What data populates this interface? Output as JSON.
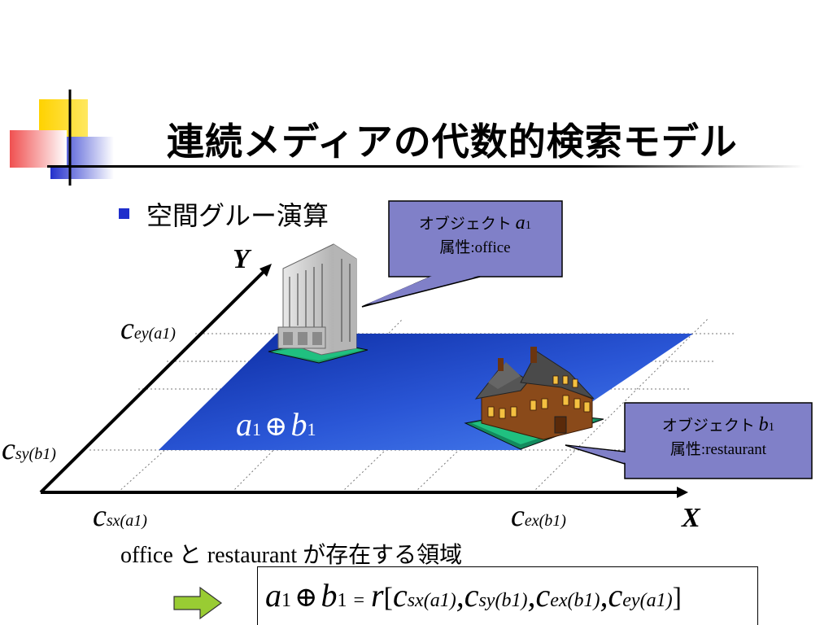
{
  "title": "連続メディアの代数的検索モデル",
  "bullet": "空間グルー演算",
  "callout_a": {
    "line1_prefix": "オブジェクト",
    "var": "a",
    "sub": "1",
    "line2": "属性:office"
  },
  "callout_b": {
    "line1_prefix": "オブジェクト",
    "var": "b",
    "sub": "1",
    "line2": "属性:restaurant"
  },
  "axis": {
    "x": "X",
    "y": "Y"
  },
  "coords": {
    "c_ey_a1": {
      "main": "c",
      "sub": "ey(a1)"
    },
    "c_sy_b1": {
      "main": "c",
      "sub": "sy(b1)"
    },
    "c_sx_a1": {
      "main": "c",
      "sub": "sx(a1)"
    },
    "c_ex_b1": {
      "main": "c",
      "sub": "ex(b1)"
    }
  },
  "region_label": {
    "a": "a",
    "a_sub": "1",
    "op": "⊕",
    "b": "b",
    "b_sub": "1"
  },
  "caption": "office と restaurant が存在する領域",
  "formula": {
    "a": "a",
    "a_sub": "1",
    "op": "⊕",
    "b": "b",
    "b_sub": "1",
    "eq": "=",
    "r": "r",
    "open": "[",
    "close": "]",
    "comma": ",",
    "t1_main": "c",
    "t1_sub": "sx(a1)",
    "t2_main": "c",
    "t2_sub": "sy(b1)",
    "t3_main": "c",
    "t3_sub": "ex(b1)",
    "t4_main": "c",
    "t4_sub": "ey(a1)"
  },
  "colors": {
    "plane_light": "#3f72e8",
    "plane_dark": "#0b2aa0",
    "callout_fill": "#8080c8",
    "title_block_yellow": "#ffd200",
    "title_block_blue": "#2330cc",
    "title_block_red": "#f05050",
    "arrow_green": "#99cc33"
  }
}
